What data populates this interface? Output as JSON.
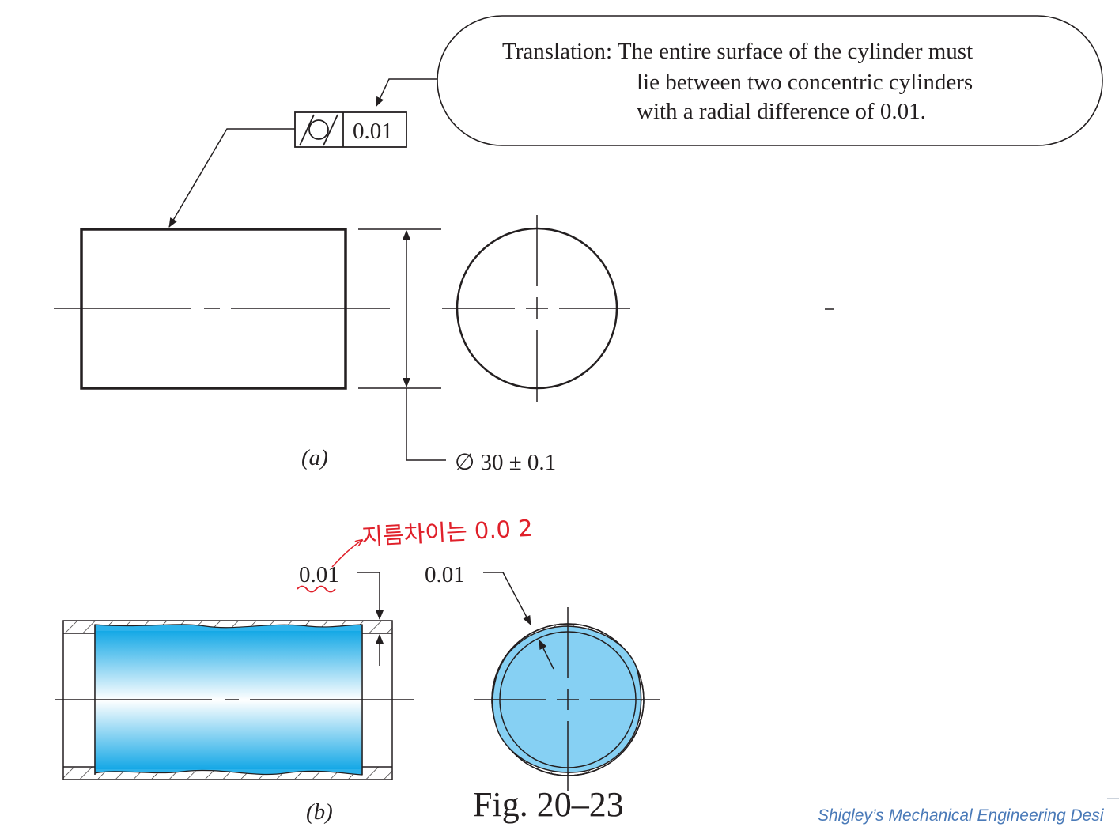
{
  "callout": {
    "line1": "Translation: The entire surface of the cylinder must",
    "line2": "lie between two concentric cylinders",
    "line3": "with a radial difference of 0.01."
  },
  "frame": {
    "symbol": "cylindricity-icon",
    "tolerance": "0.01"
  },
  "view_a": {
    "label": "(a)",
    "dimension": "∅ 30 ± 0.1"
  },
  "view_b": {
    "label": "(b)",
    "zone_left": "0.01",
    "zone_right": "0.01",
    "handwritten_note": "지름차이는 0.0 2"
  },
  "figure_caption": "Fig. 20–23",
  "source_credit": "Shigley’s Mechanical Engineering Desi",
  "colors": {
    "line": "#231f20",
    "fill_blue": "#7ccff0",
    "gradient_dark": "#14a8e6",
    "annotation_red": "#e0202a",
    "credit": "#4a7ab8"
  }
}
